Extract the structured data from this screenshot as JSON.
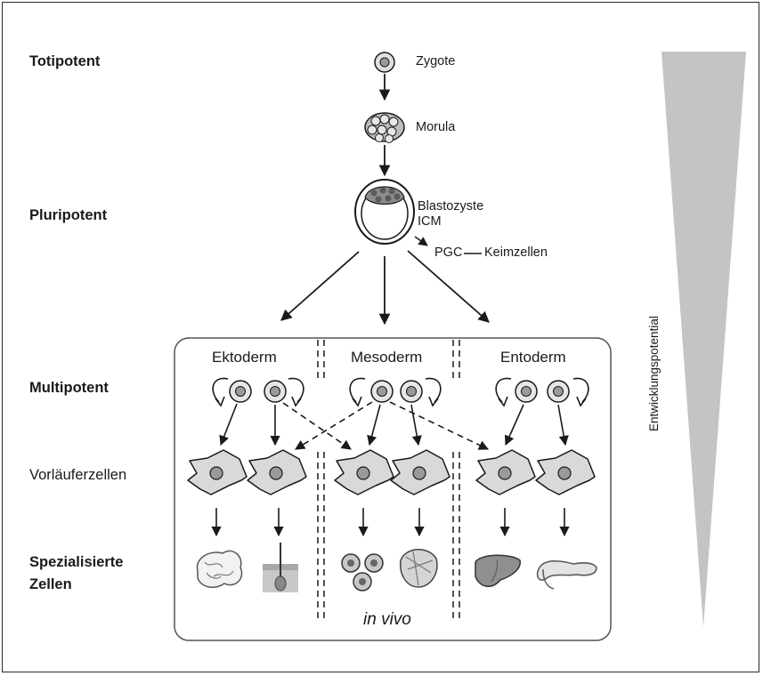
{
  "levels": {
    "totipotent": "Totipotent",
    "pluripotent": "Pluripotent",
    "multipotent": "Multipotent",
    "progenitor": "Vorläuferzellen",
    "specialized_line1": "Spezialisierte",
    "specialized_line2": "Zellen"
  },
  "stages": {
    "zygote": "Zygote",
    "morula": "Morula",
    "blastocyst": "Blastozyste",
    "icm": "ICM",
    "pgc": "PGC",
    "germ_cells": "Keimzellen"
  },
  "germ_layers": {
    "ectoderm": "Ektoderm",
    "mesoderm": "Mesoderm",
    "endoderm": "Entoderm"
  },
  "context": "in vivo",
  "potential_axis": "Entwicklungspotential",
  "colors": {
    "cell_fill": "#d9d9d9",
    "nucleus_fill": "#9a9a9a",
    "wedge_fill": "#c4c4c4",
    "stroke": "#1a1a1a"
  }
}
